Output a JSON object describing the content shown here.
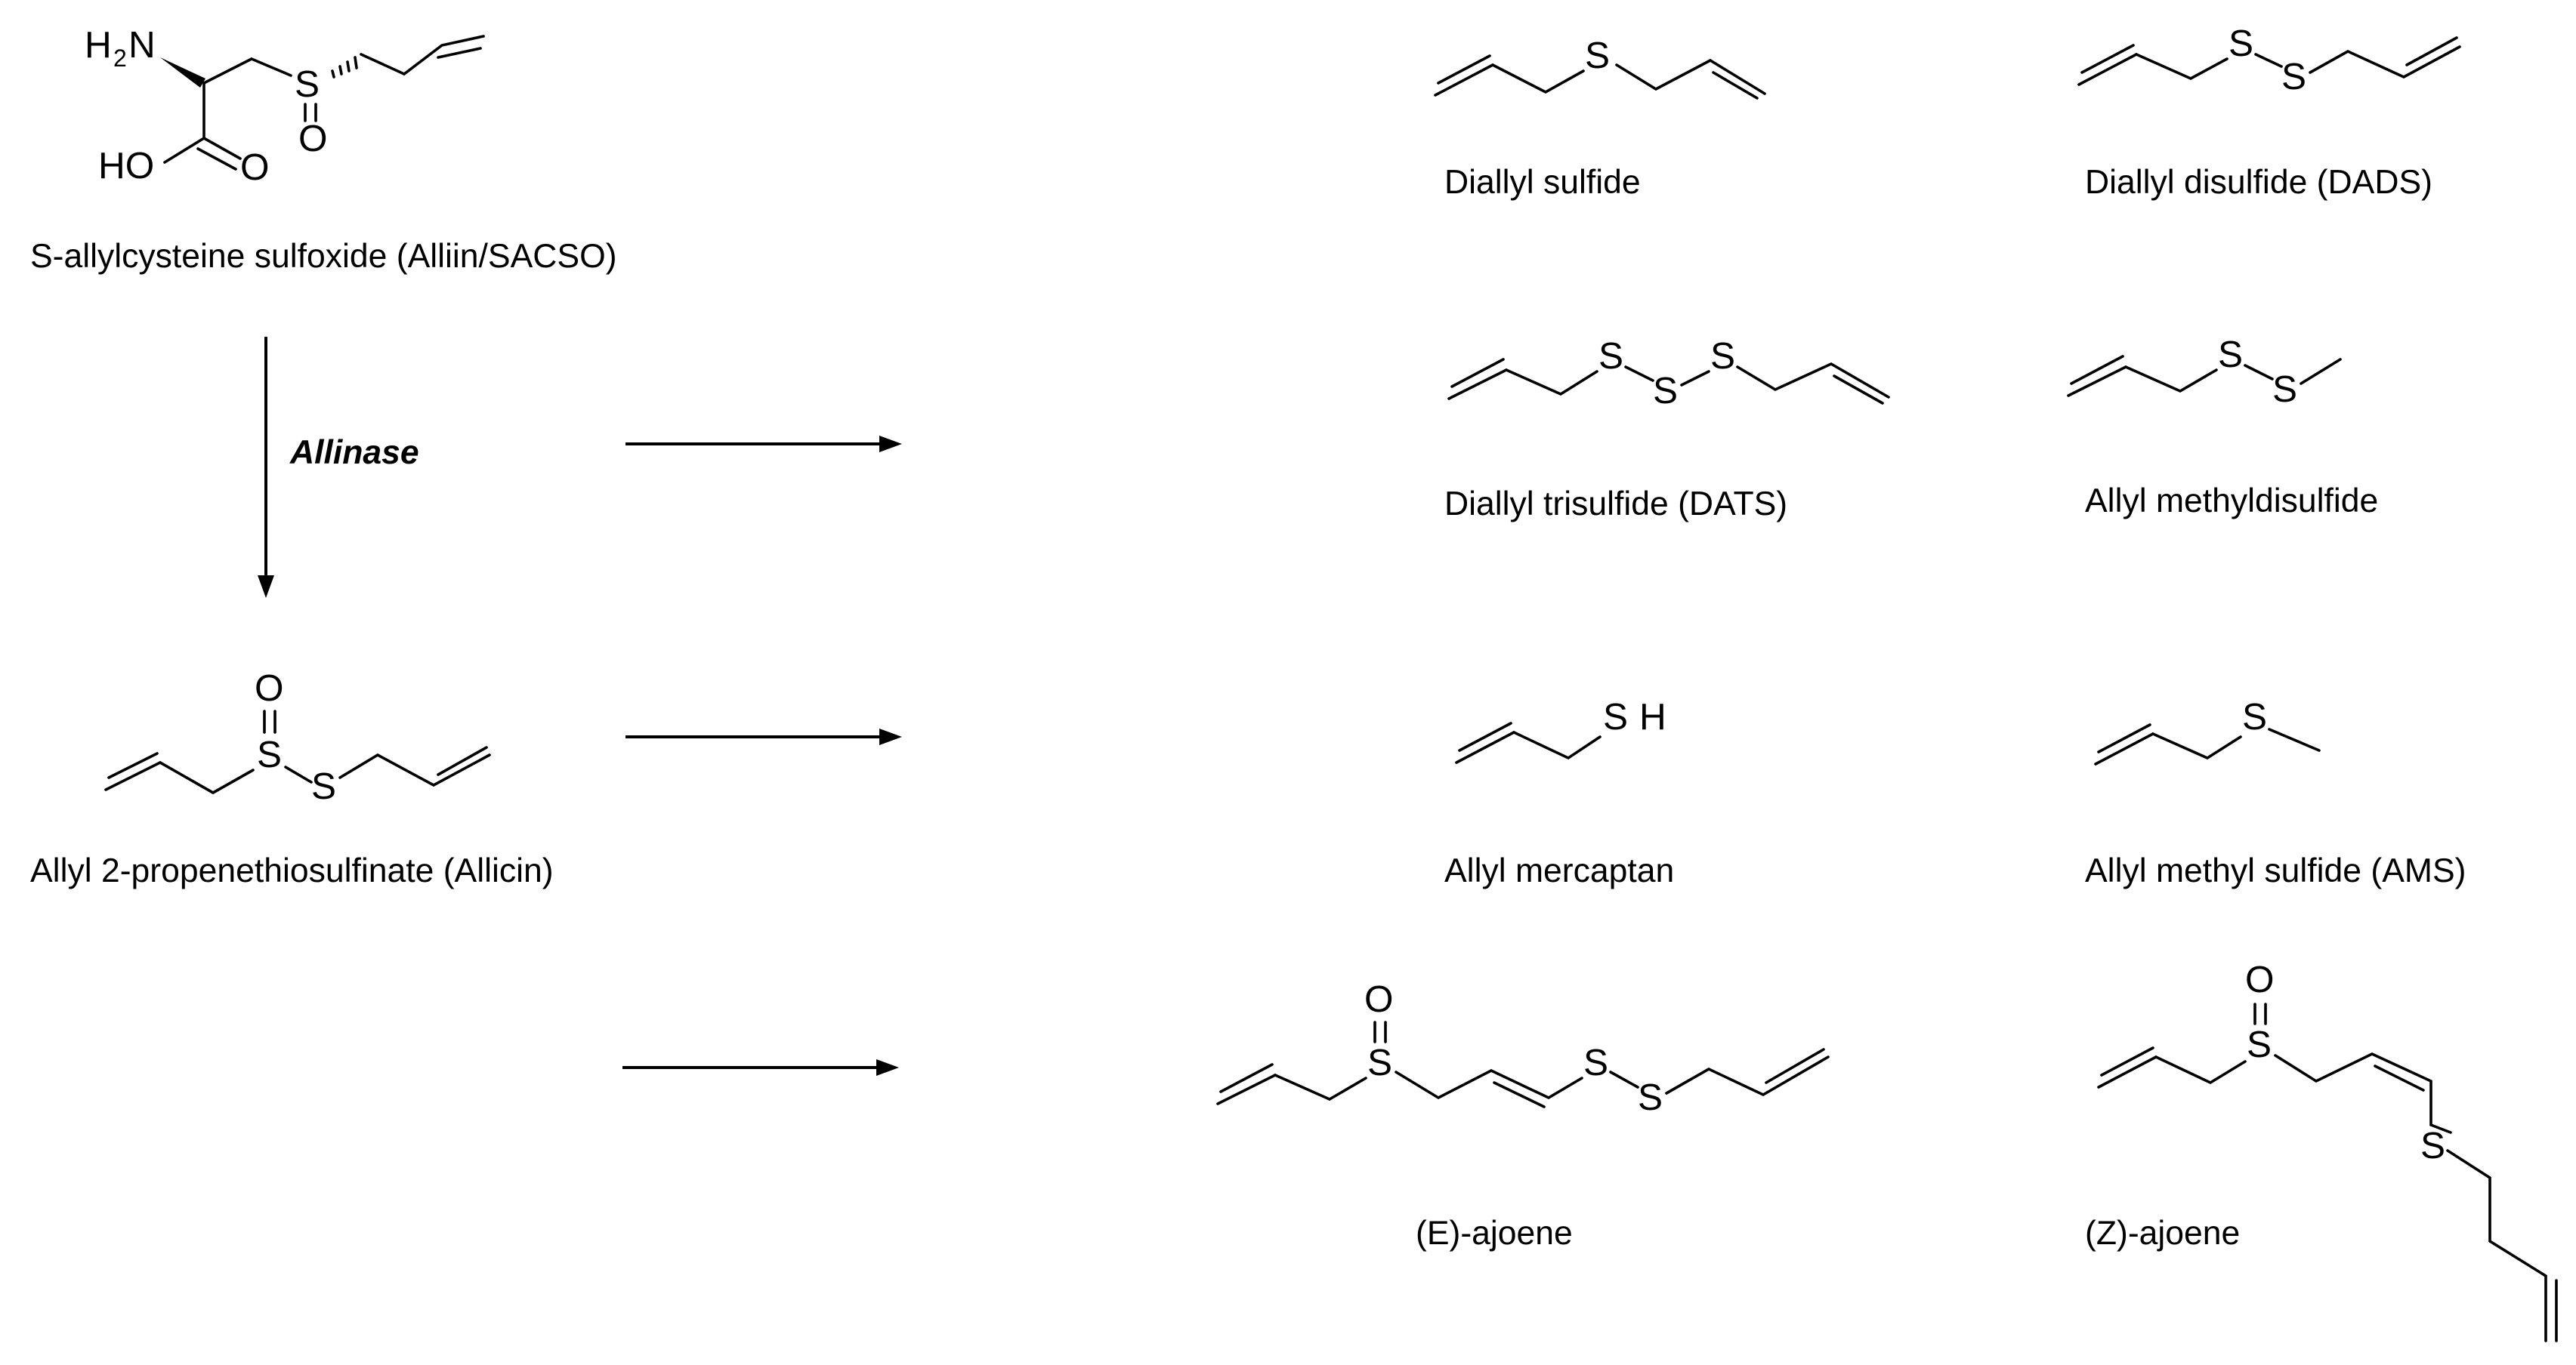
{
  "diagram": {
    "colors": {
      "ink": "#000000",
      "background": "#ffffff"
    },
    "enzyme_label": "Allinase",
    "atoms": {
      "sulfur": "S",
      "oxygen": "O",
      "hydrogen": "H",
      "nitrogen": "N",
      "hydroxyl": "HO",
      "amine_h": "H",
      "amine_sub": "2"
    },
    "compounds": {
      "alliin": "S-allylcysteine sulfoxide (Alliin/SACSO)",
      "allicin": "Allyl 2-propenethiosulfinate (Allicin)",
      "diallyl_sulfide": "Diallyl sulfide",
      "dads": "Diallyl disulfide (DADS)",
      "dats": "Diallyl trisulfide (DATS)",
      "allyl_methyldisulfide": "Allyl methyldisulfide",
      "allyl_mercaptan": "Allyl mercaptan",
      "ams": "Allyl methyl sulfide (AMS)",
      "e_ajoene": "(E)-ajoene",
      "z_ajoene": "(Z)-ajoene"
    }
  }
}
